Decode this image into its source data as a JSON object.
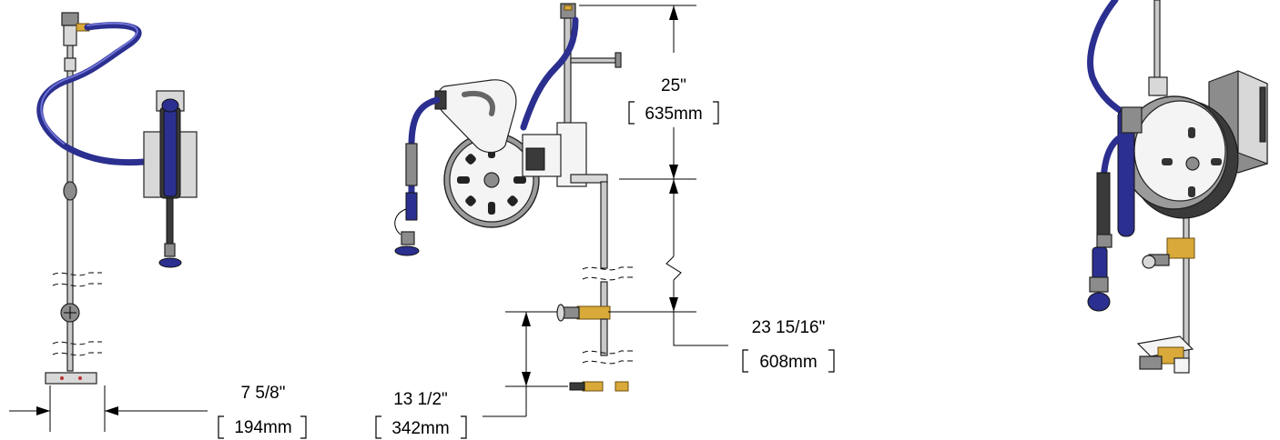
{
  "dimensions": {
    "width": {
      "imperial": "7 5/8\"",
      "metric": "194mm"
    },
    "top_height": {
      "imperial": "25\"",
      "metric": "635mm"
    },
    "lower_height": {
      "imperial": "23 15/16\"",
      "metric": "608mm"
    },
    "valve_spacing": {
      "imperial": "13 1/2\"",
      "metric": "342mm"
    }
  },
  "colors": {
    "hose": "#2b2f8f",
    "brass": "#d9a93a",
    "metal": "#d8d8d8"
  }
}
